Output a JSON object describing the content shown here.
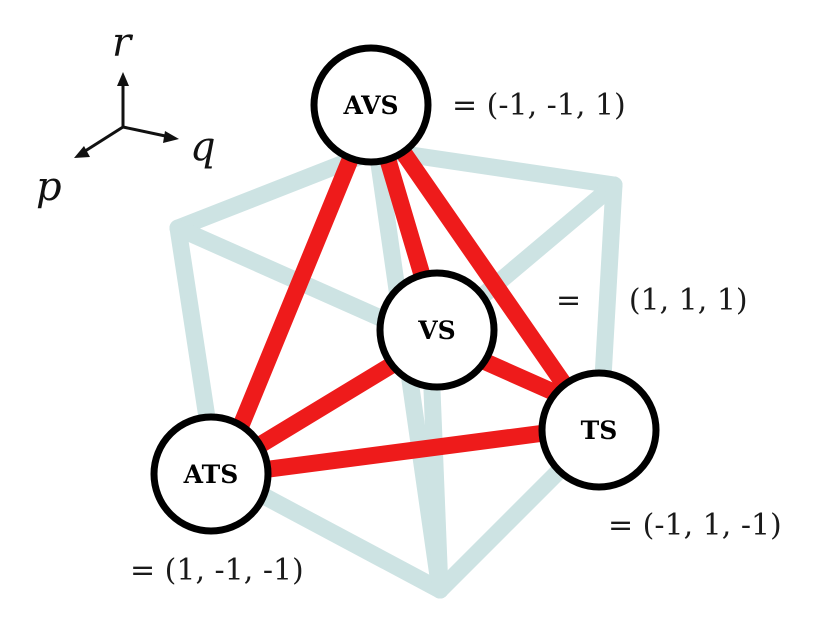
{
  "colors": {
    "cube": "#cde3e3",
    "edge": "#ee1b1b",
    "node_fill": "#ffffff",
    "node_stroke": "#000000",
    "text": "#000000"
  },
  "axes": {
    "r": "r",
    "q": "q",
    "p": "p"
  },
  "nodes": {
    "avs": {
      "label": "AVS",
      "coord": "= (-1, -1, 1)"
    },
    "vs": {
      "label": "VS",
      "coord": "=     (1, 1, 1)"
    },
    "ts": {
      "label": "TS",
      "coord": "= (-1, 1, -1)"
    },
    "ats": {
      "label": "ATS",
      "coord": "= (1, -1, -1)"
    }
  }
}
